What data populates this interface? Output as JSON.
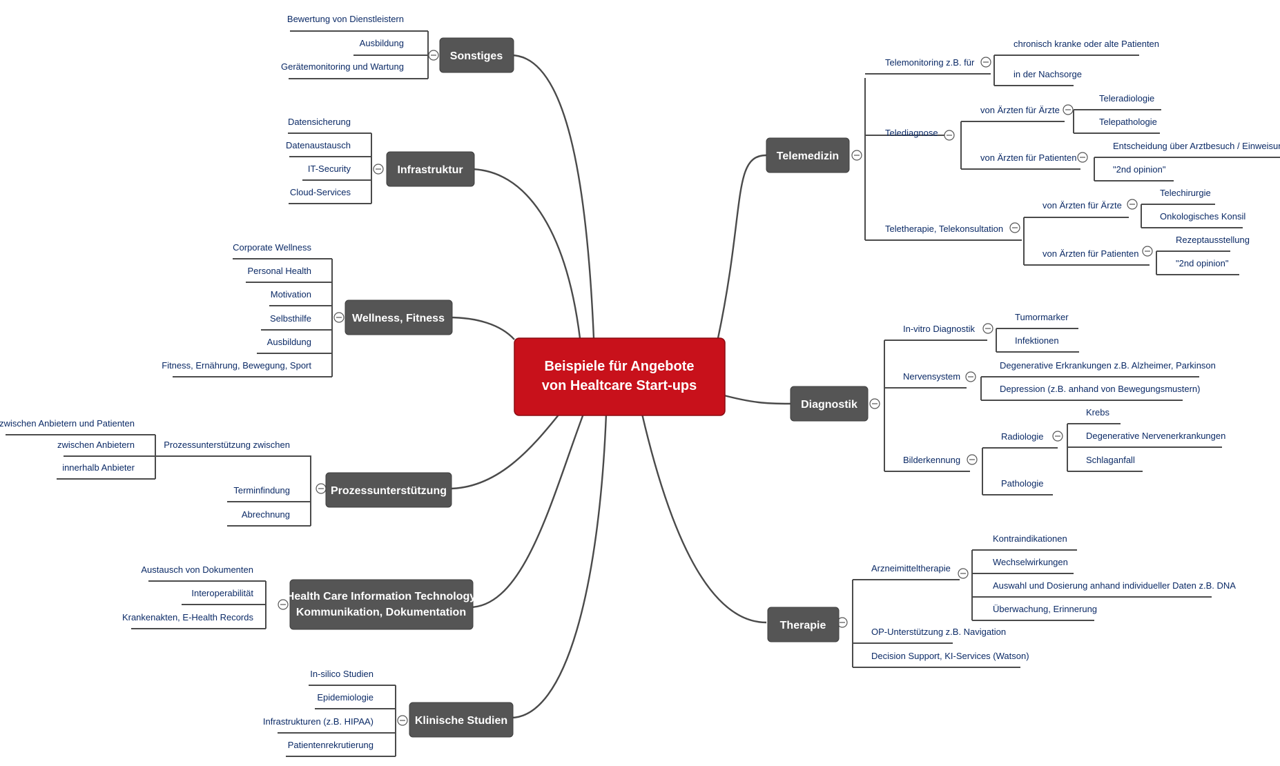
{
  "colors": {
    "root_fill": "#c8111b",
    "branch_fill": "#555555",
    "connector": "#4a4a4a",
    "leaf_text": "#0b2a66"
  },
  "root": {
    "line1": "Beispiele für Angebote",
    "line2": "von Healtcare Start-ups"
  },
  "left": {
    "sonstiges": {
      "title": "Sonstiges",
      "items": [
        "Bewertung von Dienstleistern",
        "Ausbildung",
        "Gerätemonitoring und Wartung"
      ]
    },
    "infrastruktur": {
      "title": "Infrastruktur",
      "items": [
        "Datensicherung",
        "Datenaustausch",
        "IT-Security",
        "Cloud-Services"
      ]
    },
    "wellness": {
      "title": "Wellness, Fitness",
      "items": [
        "Corporate Wellness",
        "Personal Health",
        "Motivation",
        "Selbsthilfe",
        "Ausbildung",
        "Fitness, Ernährung, Bewegung, Sport"
      ]
    },
    "prozess": {
      "title": "Prozessunterstützung",
      "sub": {
        "label": "Prozessunterstützung zwischen",
        "items": [
          "zwischen Anbietern und Patienten",
          "zwischen Anbietern",
          "innerhalb Anbieter"
        ]
      },
      "items": [
        "Terminfindung",
        "Abrechnung"
      ]
    },
    "hcit": {
      "title_line1": "Health Care Information Technology",
      "title_line2": "Kommunikation, Dokumentation",
      "items": [
        "Austausch von Dokumenten",
        "Interoperabilität",
        "Krankenakten, E-Health Records"
      ]
    },
    "studien": {
      "title": "Klinische Studien",
      "items": [
        "In-silico Studien",
        "Epidemiologie",
        "Infrastrukturen (z.B. HIPAA)",
        "Patientenrekrutierung"
      ]
    }
  },
  "right": {
    "telemedizin": {
      "title": "Telemedizin",
      "telemonitoring": {
        "label": "Telemonitoring z.B. für",
        "items": [
          "chronisch kranke oder alte Patienten",
          "in der Nachsorge"
        ]
      },
      "telediagnose": {
        "label": "Telediagnose",
        "aerzte": {
          "label": "von Ärzten für Ärzte",
          "items": [
            "Teleradiologie",
            "Telepathologie"
          ]
        },
        "patienten": {
          "label": "von Ärzten für Patienten",
          "items": [
            "Entscheidung über Arztbesuch / Einweisung",
            "\"2nd opinion\""
          ]
        }
      },
      "teletherapie": {
        "label": "Teletherapie, Telekonsultation",
        "aerzte": {
          "label": "von Ärzten für Ärzte",
          "items": [
            "Telechirurgie",
            "Onkologisches Konsil"
          ]
        },
        "patienten": {
          "label": "von Ärzten für Patienten",
          "items": [
            "Rezeptausstellung",
            "\"2nd opinion\""
          ]
        }
      }
    },
    "diagnostik": {
      "title": "Diagnostik",
      "invitro": {
        "label": "In-vitro Diagnostik",
        "items": [
          "Tumormarker",
          "Infektionen"
        ]
      },
      "nerven": {
        "label": "Nervensystem",
        "items": [
          "Degenerative Erkrankungen z.B. Alzheimer, Parkinson",
          "Depression (z.B. anhand von Bewegungsmustern)"
        ]
      },
      "bild": {
        "label": "Bilderkennung",
        "radiologie": {
          "label": "Radiologie",
          "items": [
            "Krebs",
            "Degenerative Nervenerkrankungen",
            "Schlaganfall"
          ]
        },
        "pathologie": "Pathologie"
      }
    },
    "therapie": {
      "title": "Therapie",
      "arznei": {
        "label": "Arzneimitteltherapie",
        "items": [
          "Kontraindikationen",
          "Wechselwirkungen",
          "Auswahl und Dosierung anhand individueller Daten z.B. DNA",
          "Überwachung, Erinnerung"
        ]
      },
      "items": [
        "OP-Unterstützung z.B. Navigation",
        "Decision Support, KI-Services (Watson)"
      ]
    }
  }
}
